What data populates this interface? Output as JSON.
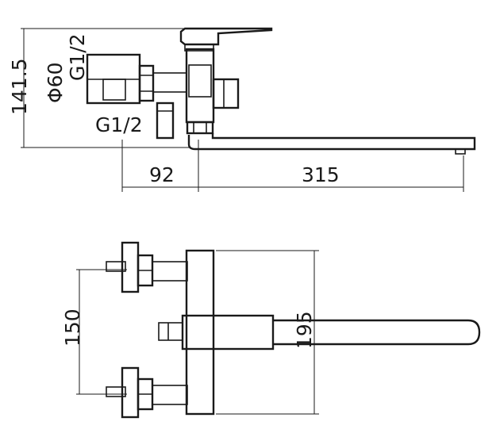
{
  "side_view": {
    "height_label": "141.5",
    "diameter_label": "Φ60",
    "thread_top_label": "G1/2",
    "thread_bottom_label": "G1/2",
    "wall_to_body_label": "92",
    "spout_reach_label": "315"
  },
  "top_view": {
    "center_distance_label": "150",
    "width_label": "195"
  }
}
